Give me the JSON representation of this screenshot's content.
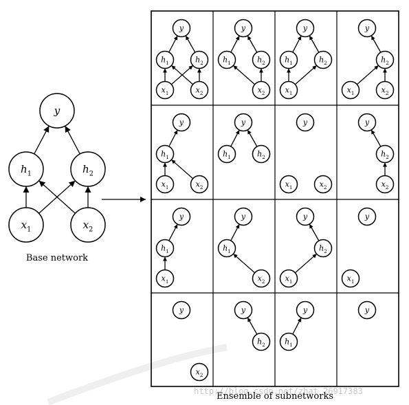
{
  "base_network": {
    "caption": "Base network",
    "nodes": [
      {
        "id": "y",
        "label": "y",
        "sub": ""
      },
      {
        "id": "h1",
        "label": "h",
        "sub": "1"
      },
      {
        "id": "h2",
        "label": "h",
        "sub": "2"
      },
      {
        "id": "x1",
        "label": "x",
        "sub": "1"
      },
      {
        "id": "x2",
        "label": "x",
        "sub": "2"
      }
    ],
    "edges": [
      [
        "x1",
        "h1"
      ],
      [
        "x1",
        "h2"
      ],
      [
        "x2",
        "h1"
      ],
      [
        "x2",
        "h2"
      ],
      [
        "h1",
        "y"
      ],
      [
        "h2",
        "y"
      ]
    ]
  },
  "ensemble": {
    "caption": "Ensemble of subnetworks",
    "cells": [
      {
        "nodes": [
          "y",
          "h1",
          "h2",
          "x1",
          "x2"
        ],
        "edges": [
          [
            "x1",
            "h1"
          ],
          [
            "x1",
            "h2"
          ],
          [
            "x2",
            "h1"
          ],
          [
            "x2",
            "h2"
          ],
          [
            "h1",
            "y"
          ],
          [
            "h2",
            "y"
          ]
        ]
      },
      {
        "nodes": [
          "y",
          "h1",
          "h2",
          "x2"
        ],
        "edges": [
          [
            "x2",
            "h1"
          ],
          [
            "x2",
            "h2"
          ],
          [
            "h1",
            "y"
          ],
          [
            "h2",
            "y"
          ]
        ]
      },
      {
        "nodes": [
          "y",
          "h1",
          "h2",
          "x1"
        ],
        "edges": [
          [
            "x1",
            "h1"
          ],
          [
            "x1",
            "h2"
          ],
          [
            "h1",
            "y"
          ],
          [
            "h2",
            "y"
          ]
        ]
      },
      {
        "nodes": [
          "y",
          "h2",
          "x1",
          "x2"
        ],
        "edges": [
          [
            "x1",
            "h2"
          ],
          [
            "x2",
            "h2"
          ],
          [
            "h2",
            "y"
          ]
        ]
      },
      {
        "nodes": [
          "y",
          "h1",
          "x1",
          "x2"
        ],
        "edges": [
          [
            "x1",
            "h1"
          ],
          [
            "x2",
            "h1"
          ],
          [
            "h1",
            "y"
          ]
        ]
      },
      {
        "nodes": [
          "y",
          "h1",
          "h2"
        ],
        "edges": [
          [
            "h1",
            "y"
          ],
          [
            "h2",
            "y"
          ]
        ]
      },
      {
        "nodes": [
          "y",
          "x1",
          "x2"
        ],
        "edges": []
      },
      {
        "nodes": [
          "y",
          "h2",
          "x2"
        ],
        "edges": [
          [
            "x2",
            "h2"
          ],
          [
            "h2",
            "y"
          ]
        ]
      },
      {
        "nodes": [
          "y",
          "h1",
          "x1"
        ],
        "edges": [
          [
            "x1",
            "h1"
          ],
          [
            "h1",
            "y"
          ]
        ]
      },
      {
        "nodes": [
          "y",
          "h1",
          "x2"
        ],
        "edges": [
          [
            "x2",
            "h1"
          ],
          [
            "h1",
            "y"
          ]
        ]
      },
      {
        "nodes": [
          "y",
          "h2",
          "x1"
        ],
        "edges": [
          [
            "x1",
            "h2"
          ],
          [
            "h2",
            "y"
          ]
        ]
      },
      {
        "nodes": [
          "y",
          "x1"
        ],
        "edges": []
      },
      {
        "nodes": [
          "y",
          "x2"
        ],
        "edges": []
      },
      {
        "nodes": [
          "y",
          "h2"
        ],
        "edges": [
          [
            "h2",
            "y"
          ]
        ]
      },
      {
        "nodes": [
          "y",
          "h1"
        ],
        "edges": [
          [
            "h1",
            "y"
          ]
        ]
      },
      {
        "nodes": [
          "y"
        ],
        "edges": []
      }
    ]
  },
  "watermark": "http://blog.csdn.net/zhat_26917383"
}
